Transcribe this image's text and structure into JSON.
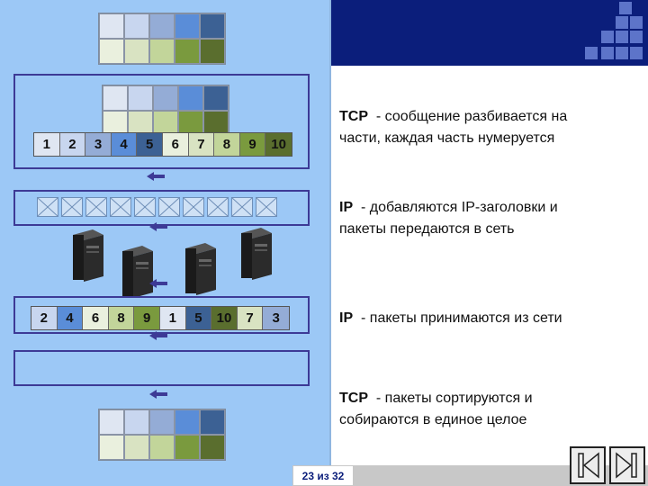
{
  "colors": {
    "grid_top": [
      "#dfe6f2",
      "#c8d6ef",
      "#94acd6",
      "#5a8dd8",
      "#3c6194"
    ],
    "grid_bottom": [
      "#eaf0de",
      "#d9e3c2",
      "#c2d59a",
      "#7a9a3e",
      "#5a6e2e"
    ],
    "strip1": [
      "#dfe6f2",
      "#c8d6ef",
      "#94acd6",
      "#5a8dd8",
      "#3c6194",
      "#eaf0de",
      "#d9e3c2",
      "#c2d59a",
      "#7a9a3e",
      "#5a6e2e"
    ],
    "strip2": [
      "#c8d6ef",
      "#5a8dd8",
      "#eaf0de",
      "#c2d59a",
      "#7a9a3e",
      "#dfe6f2",
      "#3c6194",
      "#5a6e2e",
      "#d9e3c2",
      "#94acd6"
    ]
  },
  "sequence_strip": {
    "numbers": [
      "1",
      "2",
      "3",
      "4",
      "5",
      "6",
      "7",
      "8",
      "9",
      "10"
    ]
  },
  "received_strip": {
    "numbers": [
      "2",
      "4",
      "6",
      "8",
      "9",
      "1",
      "5",
      "10",
      "7",
      "3"
    ]
  },
  "steps": {
    "tcp_split": {
      "proto": "TCP",
      "text_line1": "  - сообщение разбивается на",
      "text_line2": "части, каждая часть нумеруется"
    },
    "ip_headers": {
      "proto": "IP",
      "text_line1": "  - добавляются IP-заголовки и",
      "text_line2": "пакеты передаются в сеть"
    },
    "ip_receive": {
      "proto": "IP",
      "text_line1": "  - пакеты принимаются из сети"
    },
    "tcp_assemble": {
      "proto": "TCP",
      "text_line1": "  - пакеты сортируются и",
      "text_line2": "собираются в единое целое"
    }
  },
  "footer": {
    "page_counter": "23 из 32"
  },
  "icons": {
    "arrow": "arrow-left-icon",
    "envelope": "envelope-icon",
    "server": "server-tower-icon",
    "nav_prev": "nav-prev-icon",
    "nav_next": "nav-next-icon"
  }
}
